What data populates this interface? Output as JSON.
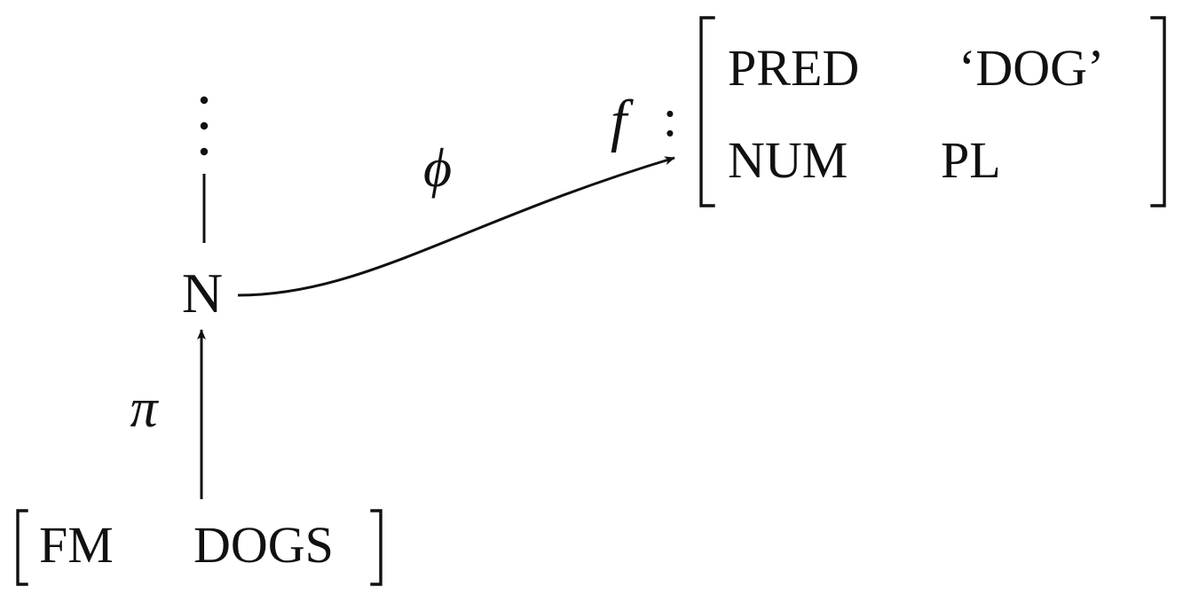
{
  "diagram": {
    "tree": {
      "ellipsis": "⋮",
      "node_label": "N"
    },
    "projections": {
      "phi_label": "ϕ",
      "pi_label": "π"
    },
    "f_structure": {
      "var_label": "f",
      "colon": ":",
      "rows": [
        {
          "attr": "PRED",
          "value": "‘DOG’"
        },
        {
          "attr": "NUM",
          "value": "PL"
        }
      ]
    },
    "form_structure": {
      "attr": "FM",
      "value": "DOGS"
    }
  }
}
